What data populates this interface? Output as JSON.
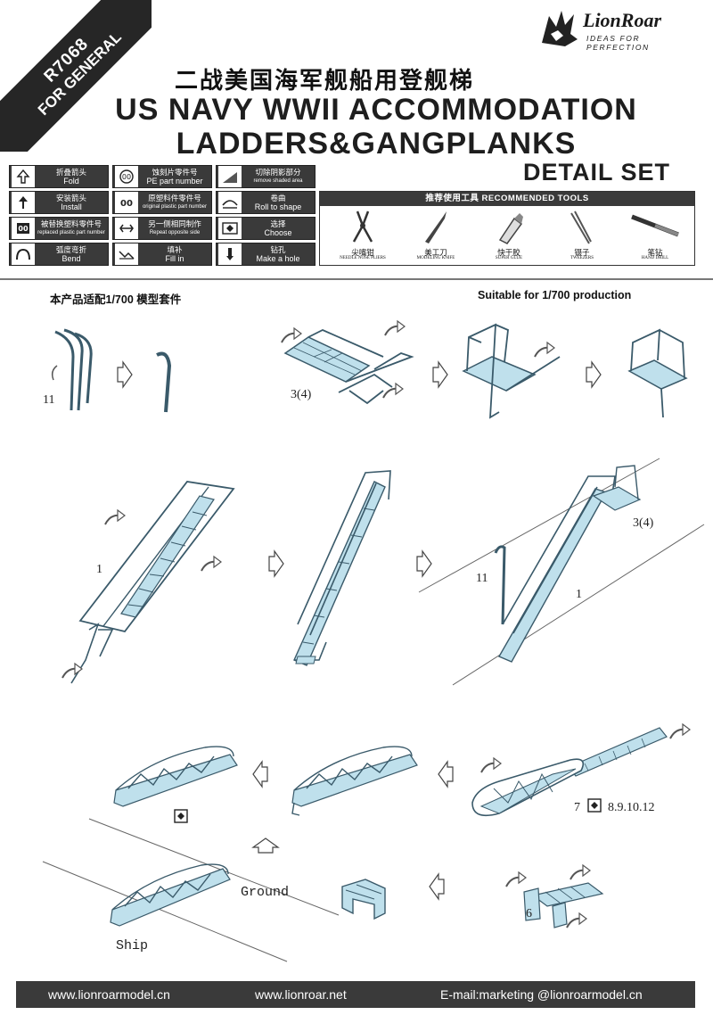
{
  "product": {
    "code": "R7068",
    "category": "FOR GENERAL"
  },
  "brand": {
    "name": "LionRoar",
    "tagline": "IDEAS FOR PERFECTION"
  },
  "title": {
    "chinese": "二战美国海军舰船用登舰梯",
    "english_line1": "US NAVY WWII ACCOMMODATION",
    "english_line2": "LADDERS&GANGPLANKS",
    "detail": "DETAIL SET"
  },
  "legend": [
    {
      "cn": "折叠箭头",
      "en": "Fold",
      "icon": "fold-arrow-icon"
    },
    {
      "cn": "蚀刻片零件号",
      "en": "PE part number",
      "icon": "pe-number-icon"
    },
    {
      "cn": "切除阴影部分",
      "en": "remove shaded area",
      "icon": "remove-shaded-icon"
    },
    {
      "cn": "安装箭头",
      "en": "Install",
      "icon": "install-arrow-icon"
    },
    {
      "cn": "原塑料件零件号",
      "en": "original plastic part number",
      "icon": "plastic-number-icon"
    },
    {
      "cn": "卷曲",
      "en": "Roll to shape",
      "icon": "roll-icon"
    },
    {
      "cn": "被替换塑料零件号",
      "en": "replaced plastic part number",
      "icon": "replaced-part-icon"
    },
    {
      "cn": "另一侧相同制作",
      "en": "Repeat opposite side",
      "icon": "repeat-icon"
    },
    {
      "cn": "选择",
      "en": "Choose",
      "icon": "choose-icon"
    },
    {
      "cn": "弧度弯折",
      "en": "Bend",
      "icon": "bend-icon"
    },
    {
      "cn": "填补",
      "en": "Fill in",
      "icon": "fill-in-icon"
    },
    {
      "cn": "钻孔",
      "en": "Make a hole",
      "icon": "drill-hole-icon"
    }
  ],
  "tools": {
    "header": "推荐使用工具 RECOMMENDED TOOLS",
    "items": [
      {
        "cn": "尖嘴钳",
        "en": "NEEDLE NOSE PLIERS",
        "icon": "pliers-icon"
      },
      {
        "cn": "美工刀",
        "en": "MODELING KNIFE",
        "icon": "knife-icon"
      },
      {
        "cn": "快干胶",
        "en": "SUPER GLUE",
        "icon": "glue-icon"
      },
      {
        "cn": "镊子",
        "en": "TWEEZERS",
        "icon": "tweezers-icon"
      },
      {
        "cn": "笔钻",
        "en": "HAND DRILL",
        "icon": "drill-icon"
      }
    ]
  },
  "scale": {
    "cn": "本产品适配1/700 模型套件",
    "en": "Suitable for 1/700  production"
  },
  "labels": {
    "part_11": "11",
    "part_3_4": "3(4)",
    "part_1": "1",
    "part_7": "7",
    "parts_8_12": "8.9.10.12",
    "part_6": "6",
    "ground": "Ground",
    "ship": "Ship"
  },
  "footer": {
    "site1": "www.lionroarmodel.cn",
    "site2": "www.lionroar.net",
    "email": "E-mail:marketing @lionroarmodel.cn"
  },
  "colors": {
    "part_fill": "#bfe0ec",
    "line": "#3a5a6a",
    "dark": "#3a3a3a"
  }
}
